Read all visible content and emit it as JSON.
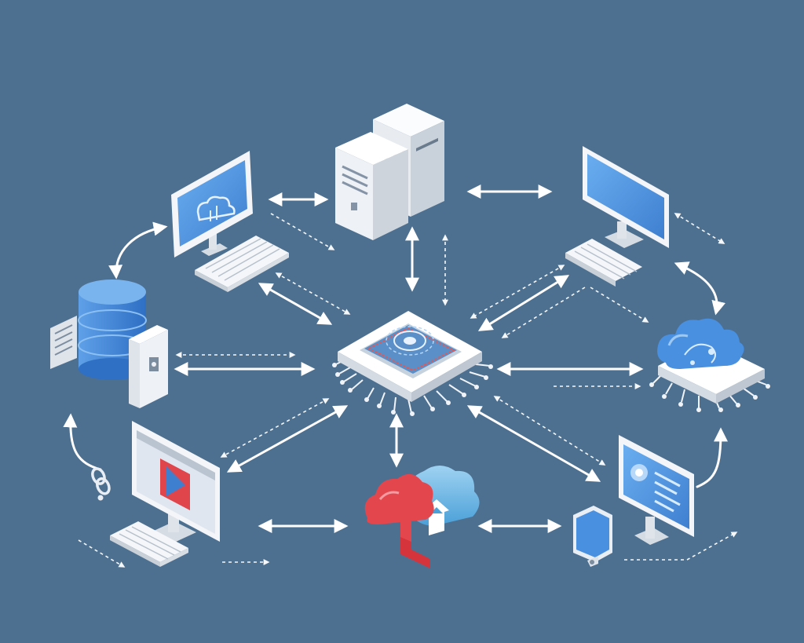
{
  "diagram": {
    "background_color": "#4d7090",
    "accent_blue": "#4a90e0",
    "accent_red": "#e4464d",
    "nodes": [
      {
        "id": "central-chip",
        "icon": "processor-chip-icon"
      },
      {
        "id": "server-tower-pair",
        "icon": "server-tower-icon"
      },
      {
        "id": "workstation-cloud",
        "icon": "desktop-monitor-icon"
      },
      {
        "id": "workstation-top-right",
        "icon": "desktop-monitor-icon"
      },
      {
        "id": "database-cluster",
        "icon": "database-stack-icon"
      },
      {
        "id": "cloud-chip",
        "icon": "cloud-chip-icon"
      },
      {
        "id": "workstation-media",
        "icon": "desktop-monitor-icon"
      },
      {
        "id": "cloud-upload",
        "icon": "cloud-upload-icon"
      },
      {
        "id": "security-shield",
        "icon": "shield-icon"
      },
      {
        "id": "analytics-monitor",
        "icon": "desktop-monitor-icon"
      }
    ],
    "links": [
      {
        "from": "workstation-cloud",
        "to": "server-tower-pair",
        "style": "solid",
        "arrows": "both"
      },
      {
        "from": "server-tower-pair",
        "to": "workstation-top-right",
        "style": "solid",
        "arrows": "both"
      },
      {
        "from": "server-tower-pair",
        "to": "central-chip",
        "style": "solid",
        "arrows": "both"
      },
      {
        "from": "workstation-cloud",
        "to": "central-chip",
        "style": "solid",
        "arrows": "both"
      },
      {
        "from": "workstation-top-right",
        "to": "central-chip",
        "style": "solid",
        "arrows": "both"
      },
      {
        "from": "database-cluster",
        "to": "central-chip",
        "style": "solid",
        "arrows": "both"
      },
      {
        "from": "central-chip",
        "to": "cloud-chip",
        "style": "solid",
        "arrows": "both"
      },
      {
        "from": "central-chip",
        "to": "workstation-media",
        "style": "solid",
        "arrows": "both"
      },
      {
        "from": "central-chip",
        "to": "cloud-upload",
        "style": "solid",
        "arrows": "both"
      },
      {
        "from": "central-chip",
        "to": "analytics-monitor",
        "style": "solid",
        "arrows": "both"
      },
      {
        "from": "workstation-media",
        "to": "cloud-upload",
        "style": "solid",
        "arrows": "both"
      },
      {
        "from": "cloud-upload",
        "to": "security-shield",
        "style": "solid",
        "arrows": "both"
      },
      {
        "from": "workstation-top-right",
        "to": "cloud-chip",
        "style": "solid",
        "arrows": "both"
      },
      {
        "from": "analytics-monitor",
        "to": "cloud-chip",
        "style": "solid",
        "arrows": "one"
      },
      {
        "from": "database-cluster",
        "to": "workstation-cloud",
        "style": "solid",
        "arrows": "both"
      }
    ]
  }
}
